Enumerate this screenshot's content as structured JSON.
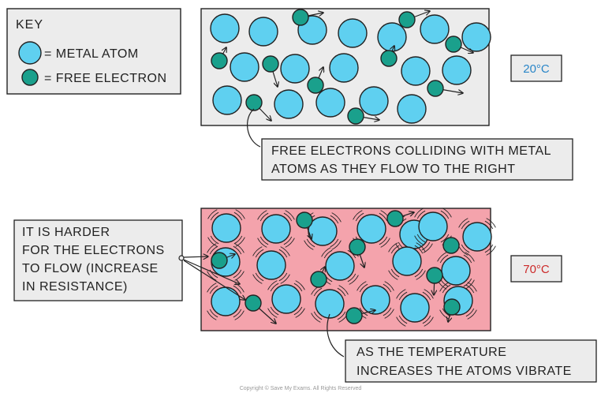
{
  "key": {
    "title": "KEY",
    "metal_atom_label": "= METAL ATOM",
    "free_electron_label": "= FREE ELECTRON"
  },
  "panel_cold": {
    "temperature": "20°C",
    "callout_lines": [
      "FREE ELECTRONS COLLIDING WITH METAL",
      "ATOMS AS THEY FLOW TO THE RIGHT"
    ]
  },
  "panel_hot": {
    "temperature": "70°C",
    "left_callout_lines": [
      "IT IS HARDER",
      "FOR THE ELECTRONS",
      "TO FLOW (INCREASE",
      "IN RESISTANCE)"
    ],
    "bottom_callout_lines": [
      "AS THE TEMPERATURE",
      "INCREASES THE ATOMS VIBRATE"
    ]
  },
  "footer": {
    "copyright": "Copyright © Save My Exams. All Rights Reserved"
  },
  "colors": {
    "metal_atom": "#5fd0f0",
    "free_electron": "#1aa08c",
    "cold_panel_bg": "#ececec",
    "hot_panel_bg": "#f4a3ac",
    "cold_temp_text": "#2a86c8",
    "hot_temp_text": "#cc2a2a"
  },
  "icons": {
    "metal_atom": "light-blue-circle",
    "free_electron": "teal-circle",
    "electron_motion": "arrow",
    "atom_vibration": "curved-vibration-marks"
  }
}
